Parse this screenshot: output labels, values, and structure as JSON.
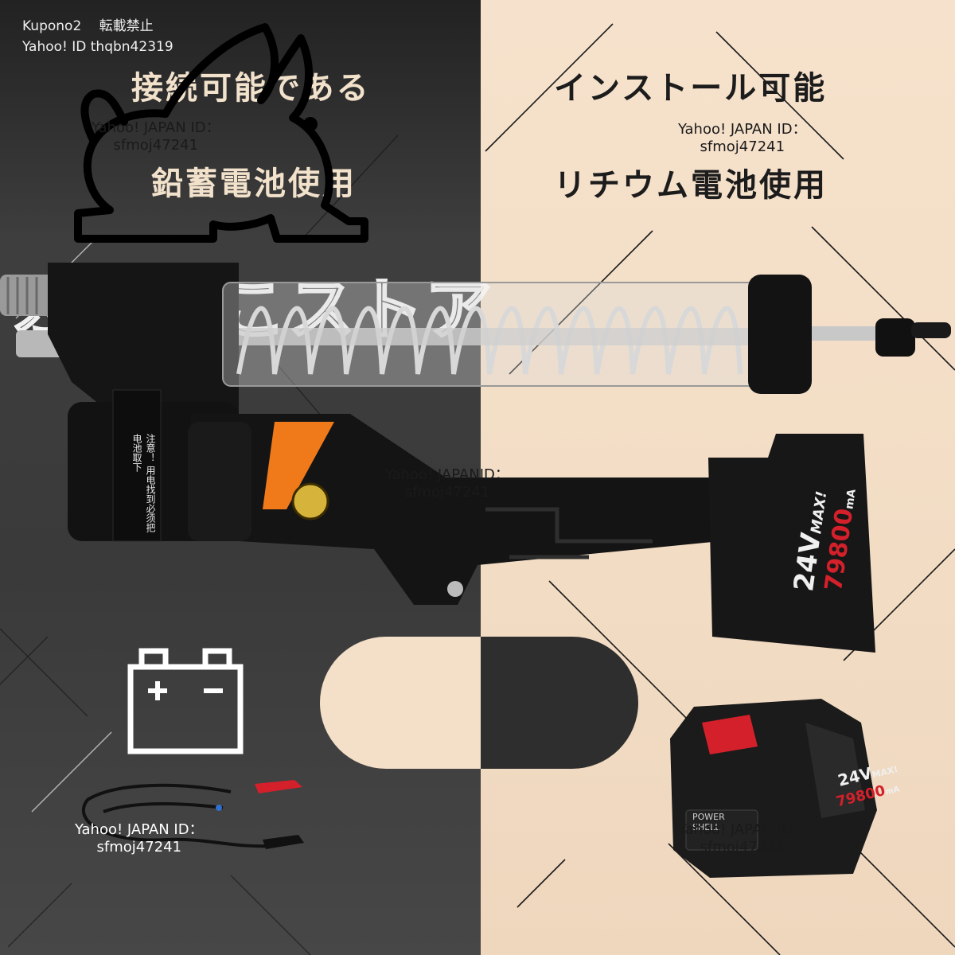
{
  "watermark_top": {
    "line1": "Kupono2　 転載禁止",
    "line2": "Yahoo! ID thqbn42319"
  },
  "left_panel": {
    "heading_top": "接続可能である",
    "heading_bottom": "鉛蓄電池使用"
  },
  "right_panel": {
    "heading_top": "インストール可能",
    "heading_bottom": "リチウム電池使用"
  },
  "yahoo_watermarks": [
    {
      "line1": "Yahoo! JAPAN ID：",
      "line2": "sfmoj47241"
    },
    {
      "line1": "Yahoo! JAPAN ID：",
      "line2": "sfmoj47241"
    },
    {
      "line1": "Yahoo! JAPANID：",
      "line2": "sfmoj47241"
    },
    {
      "line1": "Yahoo! JAPAN ID：",
      "line2": "sfmoj47241"
    },
    {
      "line1": "Yahoo! JAPAN ID：",
      "line2": "sfmoj47241"
    }
  ],
  "store_watermark": "ふうねこストア",
  "product": {
    "warning_label": "注意！",
    "warning_text": "用电找到必须把电池取下",
    "battery_voltage": "24V",
    "battery_max": "MAX!",
    "battery_capacity": "79800",
    "battery_unit": "mA",
    "battery_brand": "POWER SHELL",
    "battery_voltage_small": "24V",
    "battery_max_small": "MAX!",
    "battery_capacity_small": "79800",
    "battery_unit_small": "mA"
  },
  "icons": [
    "rabbit-logo-icon",
    "car-battery-icon",
    "alligator-clip-cable-icon"
  ],
  "colors": {
    "left_bg": "#3a3a3a",
    "right_bg": "#f4e0c9",
    "accent_orange": "#f07a1a",
    "accent_red": "#d4202a"
  }
}
